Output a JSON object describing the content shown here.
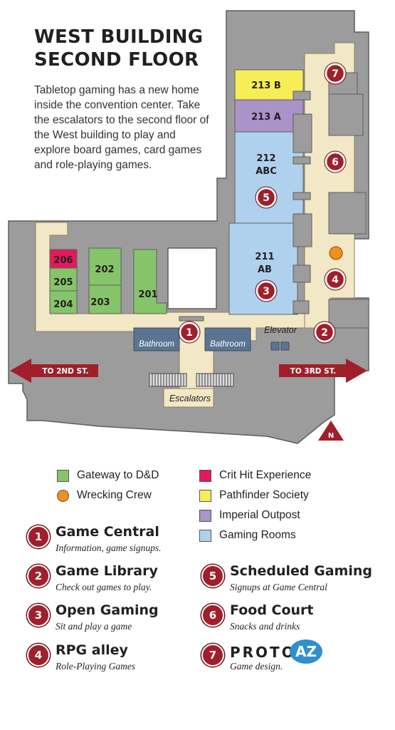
{
  "title_line1": "WEST BUILDING",
  "title_line2": "SECOND FLOOR",
  "description": "Tabletop gaming has a new home inside the convention center. Take the escalators to the second floor of the West building to play and explore board games, card games and role-playing games.",
  "colors": {
    "gateway": "#86c46a",
    "crit_hit": "#e3195c",
    "wrecking": "#f28f1f",
    "pathfinder": "#f7ee55",
    "imperial": "#a993c9",
    "gaming_rooms": "#b0d1ee",
    "corridor": "#f3e8c5",
    "building": "#9a9a9a",
    "bathroom": "#5a7491",
    "marker": "#a01f2a"
  },
  "rooms": {
    "r206": "206",
    "r205": "205",
    "r204": "204",
    "r202": "202",
    "r203": "203",
    "r201": "201",
    "r213b": "213 B",
    "r213a": "213 A",
    "r212_1": "212",
    "r212_2": "ABC",
    "r211_1": "211",
    "r211_2": "AB"
  },
  "labels": {
    "bathroom_left": "Bathroom",
    "bathroom_right": "Bathroom",
    "elevator": "Elevator",
    "escalators": "Escalators",
    "to_2nd": "TO 2ND ST.",
    "to_3rd": "TO 3RD ST.",
    "north": "N"
  },
  "map_markers": [
    "1",
    "2",
    "3",
    "4",
    "5",
    "6",
    "7"
  ],
  "legend": [
    {
      "label": "Gateway to D&D",
      "color": "gateway"
    },
    {
      "label": "Crit Hit Experience",
      "color": "crit_hit"
    },
    {
      "label": "Wrecking Crew",
      "color": "wrecking"
    },
    {
      "label": "Pathfinder Society",
      "color": "pathfinder"
    },
    {
      "label": "Imperial Outpost",
      "color": "imperial"
    },
    {
      "label": "Gaming Rooms",
      "color": "gaming_rooms"
    }
  ],
  "key": [
    {
      "num": "1",
      "title": "Game Central",
      "sub": "Information, game signups."
    },
    {
      "num": "2",
      "title": "Game Library",
      "sub": "Check out games to play."
    },
    {
      "num": "3",
      "title": "Open Gaming",
      "sub": "Sit and play a game"
    },
    {
      "num": "4",
      "title": "RPG alley",
      "sub": "Role-Playing Games"
    },
    {
      "num": "5",
      "title": "Scheduled Gaming",
      "sub": "Signups at Game Central"
    },
    {
      "num": "6",
      "title": "Food Court",
      "sub": "Snacks and drinks"
    },
    {
      "num": "7",
      "logo_left": "PROTO",
      "logo_right": "AZ",
      "sub": "Game design."
    }
  ]
}
